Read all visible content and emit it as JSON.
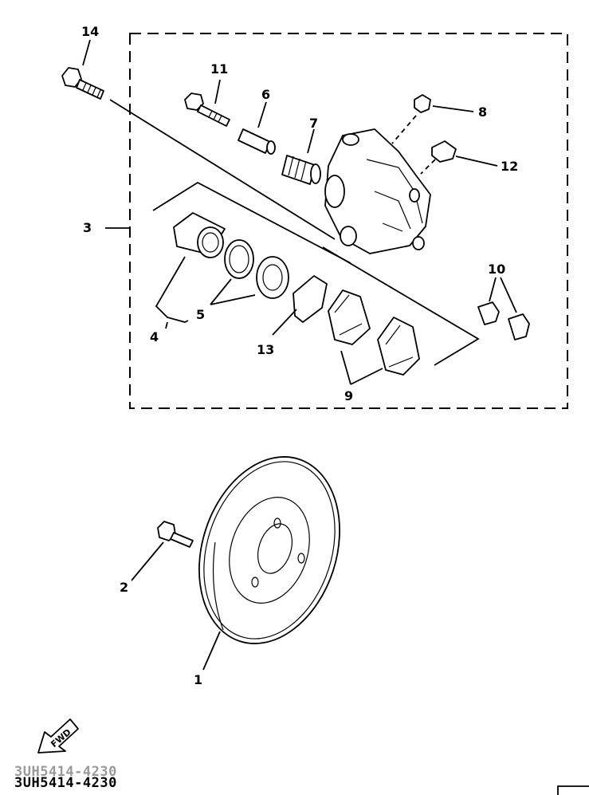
{
  "callouts": [
    "14",
    "11",
    "6",
    "7",
    "8",
    "12",
    "3",
    "10",
    "5",
    "4",
    "13",
    "9",
    "2",
    "1"
  ],
  "fwd_label": "FWD",
  "doc_code": "3UH5414-4230",
  "doc_code_ghost": "3UH5414-4230"
}
